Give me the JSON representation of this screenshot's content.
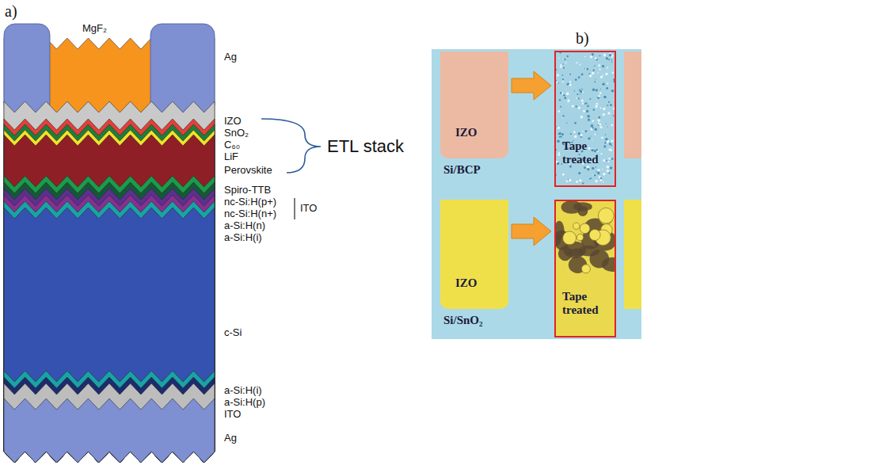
{
  "diagram": {
    "nodes": [
      {
        "text": [
          "IZO",
          "Si/BCP"
        ]
      },
      {
        "text": [
          "Tape treated"
        ]
      },
      {
        "text": [
          "IZO",
          "Si/SnO₂"
        ]
      },
      {
        "text": [
          "Tape treated"
        ]
      }
    ],
    "edges": [
      {
        "from": 0,
        "to": 1,
        "arrow": "to"
      },
      {
        "from": 2,
        "to": 3,
        "arrow": "to"
      }
    ],
    "labels": [
      "a)",
      "b)",
      "MgF₂",
      "Ag",
      "IZO",
      "SnO₂",
      "C₆₀",
      "LiF",
      "Perovskite",
      "Spiro-TTB",
      "nc-Si:H(p+)",
      "nc-Si:H(n+)",
      "ITO",
      "a-Si:H(n)",
      "a-Si:H(i)",
      "c-Si",
      "a-Si:H(i)",
      "a-Si:H(p)",
      "ITO",
      "Ag",
      "ETL stack"
    ]
  }
}
